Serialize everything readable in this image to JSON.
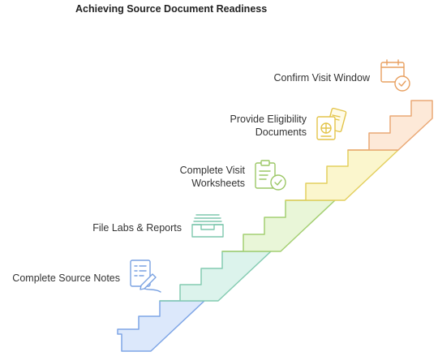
{
  "title": "Achieving Source Document Readiness",
  "steps": [
    {
      "label": "Complete Source Notes",
      "icon": "notepad-pen-icon",
      "color": "#dce8fb",
      "stroke": "#7ea5e6"
    },
    {
      "label": "File Labs & Reports",
      "icon": "file-tray-icon",
      "color": "#dcf3ec",
      "stroke": "#84cbb1"
    },
    {
      "label": "Complete Visit Worksheets",
      "icon": "clipboard-check-icon",
      "color": "#e9f6d8",
      "stroke": "#a4cf72"
    },
    {
      "label": "Provide Eligibility Documents",
      "icon": "passport-ticket-icon",
      "color": "#fbf6cd",
      "stroke": "#e3cf5f"
    },
    {
      "label": "Confirm Visit Window",
      "icon": "calendar-check-icon",
      "color": "#fde9d8",
      "stroke": "#eaa875"
    }
  ]
}
